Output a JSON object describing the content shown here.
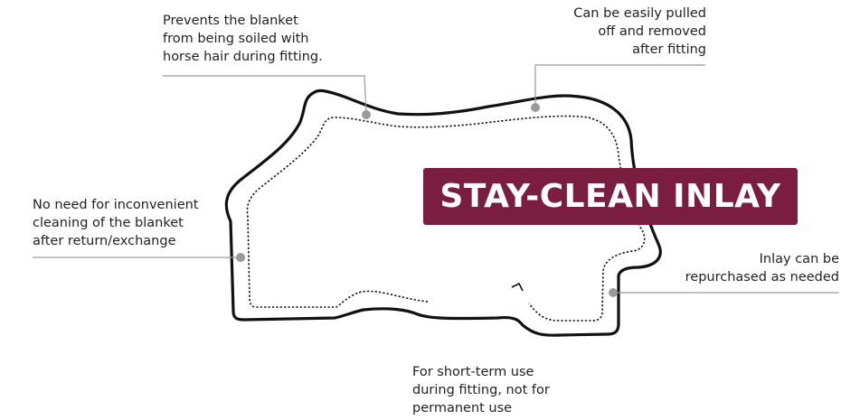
{
  "title": "STAY-CLEAN INLAY",
  "colors": {
    "badge_background": "#7a1d3f",
    "badge_text": "#ffffff",
    "outline": "#111111",
    "leader_line": "#9a9a9a",
    "marker_dot": "#9a9a9a"
  },
  "callouts": {
    "top_left": {
      "lines": [
        "Prevents the blanket",
        "from being soiled with",
        "horse hair during fitting."
      ]
    },
    "top_right": {
      "lines": [
        "Can be easily pulled",
        "off and removed",
        "after fitting"
      ]
    },
    "left": {
      "lines": [
        "No need for inconvenient",
        "cleaning of the blanket",
        "after return/exchange"
      ]
    },
    "right": {
      "lines": [
        "Inlay can be",
        "repurchased as needed"
      ]
    },
    "bottom": {
      "lines": [
        "For short-term use",
        "during fitting, not for",
        "permanent use"
      ]
    }
  }
}
